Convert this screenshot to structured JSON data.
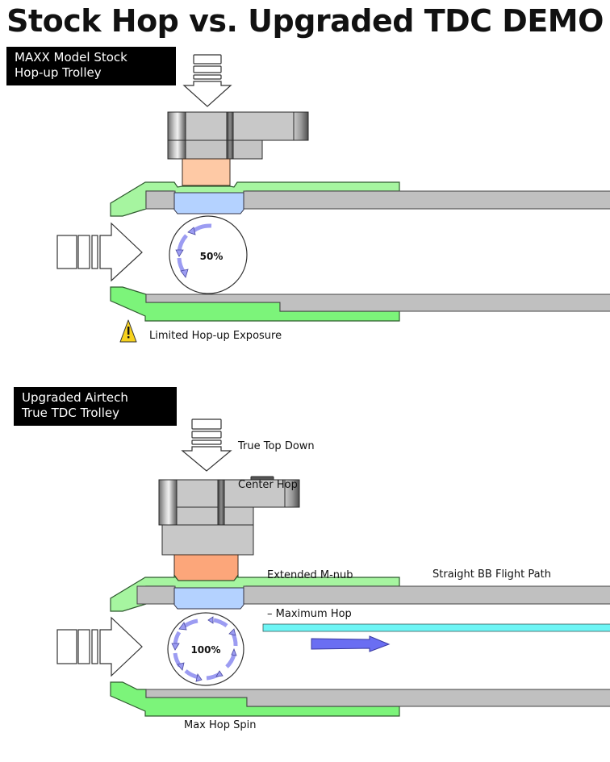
{
  "title": "Stock Hop vs. Upgraded TDC DEMO",
  "colors": {
    "barrel_gray": "#c0c0c0",
    "hop_chamber_light_green": "#a6f5a0",
    "hop_chamber_green": "#7cf47a",
    "bucking_blue": "#b4d2ff",
    "nub_stock": "#fec9a5",
    "nub_extended": "#fca67a",
    "spin_arrow": "#9c9cf2",
    "flight_path_cyan": "#6ef5f5",
    "direction_arrow": "#6a6ef2",
    "warning_yellow": "#f7d21e"
  },
  "panels": [
    {
      "id": "stock",
      "label": "MAXX Model Stock\nHop-up Trolley",
      "label_lines": [
        "MAXX Model Stock",
        "Hop-up Trolley"
      ],
      "hop_percent": "50%",
      "spin_coverage_percent": 50,
      "warning_icon": "warning-triangle-icon",
      "warning_text": "Limited Hop-up Exposure"
    },
    {
      "id": "upgraded",
      "label_lines": [
        "Upgraded Airtech",
        "True TDC Trolley"
      ],
      "hop_percent": "100%",
      "spin_coverage_percent": 100,
      "pressure_note_lines": [
        "True Top Down",
        "Center Hop"
      ],
      "nub_note_lines": [
        "Extended M-nub",
        "– Maximum Hop"
      ],
      "flight_note": "Straight BB Flight Path",
      "spin_note": "Max Hop Spin"
    }
  ]
}
